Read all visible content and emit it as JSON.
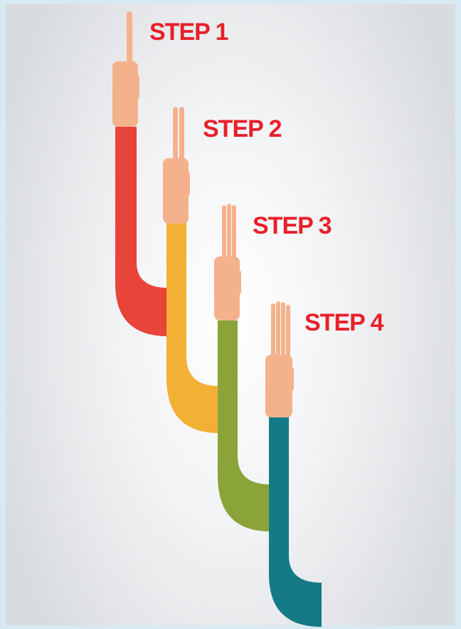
{
  "colors": {
    "background_edge": "#d7eaf3",
    "panel_center": "#ffffff",
    "panel_edge": "#d9dcdf",
    "label": "#e8202a",
    "skin": "#f4b28c",
    "step_1_arm": "#e8443a",
    "step_2_arm": "#f2b035",
    "step_3_arm": "#8aa43a",
    "step_4_arm": "#137a86"
  },
  "steps": [
    {
      "label": "STEP 1",
      "arm_color": "#e8443a",
      "fingers_raised": 1
    },
    {
      "label": "STEP 2",
      "arm_color": "#f2b035",
      "fingers_raised": 2
    },
    {
      "label": "STEP 3",
      "arm_color": "#8aa43a",
      "fingers_raised": 3
    },
    {
      "label": "STEP 4",
      "arm_color": "#137a86",
      "fingers_raised": 4
    }
  ]
}
